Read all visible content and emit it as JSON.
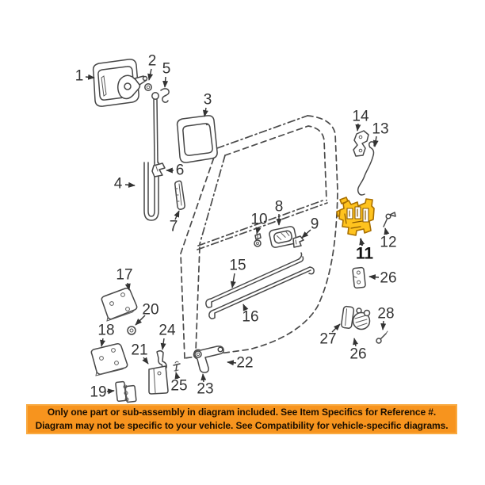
{
  "banner": {
    "line1": "Only one part or sub-assembly in diagram included. See Item Specifics for Reference #.",
    "line2": "Diagram may not be specific to your vehicle. See Compatibility for vehicle-specific diagrams.",
    "bg_color": "#F7941E",
    "border_color": "#F9AA41",
    "text_color": "#1c0f00"
  },
  "diagram": {
    "highlight_fill": "#FFC31E",
    "highlight_stroke": "#A86F00",
    "line_color": "#474747",
    "label_color": "#333333",
    "labels": {
      "n1": "1",
      "n2": "2",
      "n3": "3",
      "n4": "4",
      "n5": "5",
      "n6": "6",
      "n7": "7",
      "n8": "8",
      "n9": "9",
      "n10": "10",
      "n11": "11",
      "n12": "12",
      "n13": "13",
      "n14": "14",
      "n15": "15",
      "n16": "16",
      "n17": "17",
      "n18": "18",
      "n19": "19",
      "n20": "20",
      "n21": "21",
      "n22": "22",
      "n23": "23",
      "n24": "24",
      "n25": "25",
      "n26a": "26",
      "n26b": "26",
      "n27": "27",
      "n28": "28"
    }
  }
}
